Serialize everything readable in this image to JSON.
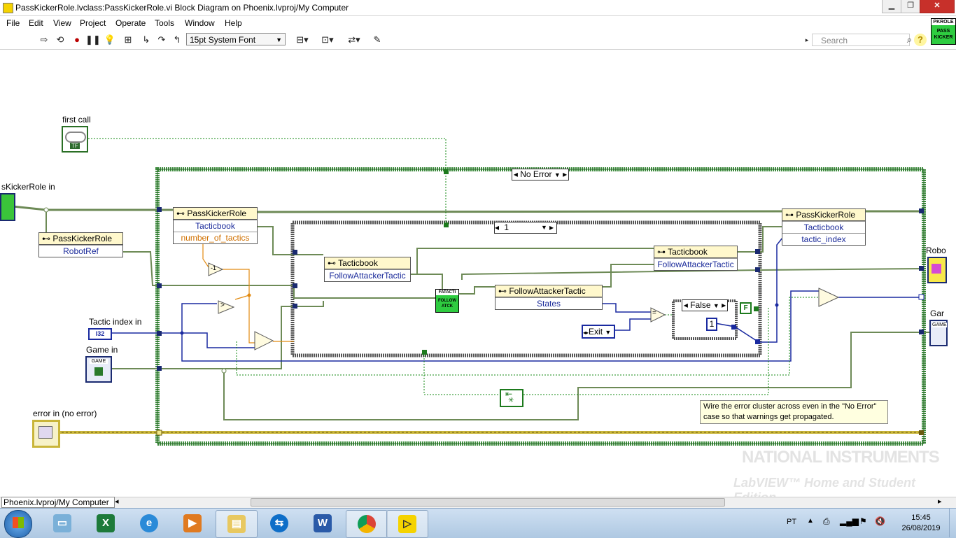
{
  "window": {
    "title": "PassKickerRole.lvclass:PassKickerRole.vi Block Diagram on Phoenix.lvproj/My Computer",
    "minimize": "▁",
    "restore": "❐",
    "close": "✕"
  },
  "menu": [
    "File",
    "Edit",
    "View",
    "Project",
    "Operate",
    "Tools",
    "Window",
    "Help"
  ],
  "toolbar": {
    "font": "15pt System Font",
    "search_placeholder": "Search",
    "help": "?",
    "vi_icon": {
      "line1": "PKROLE",
      "line2": "PASS",
      "line3": "KICKER"
    }
  },
  "diagram": {
    "labels": {
      "first_call": "first call",
      "role_in": "sKickerRole in",
      "tactic_index_in": "Tactic index in",
      "game_in": "Game in",
      "error_in": "error in (no error)",
      "robot_out": "Robo",
      "game_out": "Gar"
    },
    "terminal_text": {
      "first_call": "TF",
      "tactic_index": "I32",
      "game": "GAME",
      "game_out": "GAME"
    },
    "case_outer": "No Error",
    "case_inner": "1",
    "case_bool": "False",
    "nodes": {
      "role_left": {
        "title": "PassKickerRole",
        "rows": [
          "Tacticbook",
          "number_of_tactics"
        ]
      },
      "role_robot": {
        "title": "PassKickerRole",
        "rows": [
          "RobotRef"
        ]
      },
      "role_right": {
        "title": "PassKickerRole",
        "rows": [
          "Tacticbook",
          "tactic_index"
        ]
      },
      "tacticbook_left": {
        "title": "Tacticbook",
        "rows": [
          "FollowAttackerTactic"
        ]
      },
      "tacticbook_right": {
        "title": "Tacticbook",
        "rows": [
          "FollowAttackerTactic"
        ]
      },
      "fat_node": {
        "title": "FollowAttackerTactic",
        "rows": [
          "States"
        ]
      }
    },
    "subvi": {
      "line1": "FATACTI",
      "line2": "FOLLOW",
      "line3": "ATCK"
    },
    "minus_one": "-1",
    "gt": ">",
    "eq": "=",
    "const_exit": "Exit",
    "const_one": "1",
    "const_f": "F",
    "comment": "Wire the error cluster across even in the \"No Error\" case so that warnings get propagated."
  },
  "watermark": {
    "line1": "NATIONAL INSTRUMENTS",
    "line2": "LabVIEW™ Home and Student Edition"
  },
  "statusbar": {
    "path": "Phoenix.lvproj/My Computer"
  },
  "taskbar": {
    "lang": "PT",
    "time": "15:45",
    "date": "26/08/2019"
  }
}
